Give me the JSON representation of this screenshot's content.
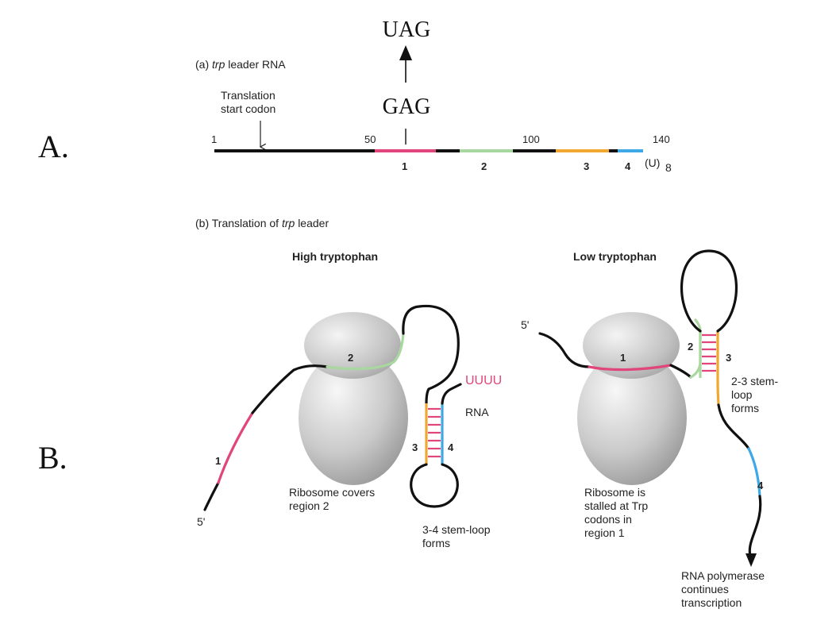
{
  "part_a": {
    "letter": "A.",
    "title_prefix": "(a)",
    "title_italic": "trp",
    "title_suffix": "leader RNA",
    "uag": "UAG",
    "gag": "GAG",
    "start_codon_line1": "Translation",
    "start_codon_line2": "start codon",
    "pos_1": "1",
    "pos_50": "50",
    "pos_100": "100",
    "pos_140": "140",
    "region_1": "1",
    "region_2": "2",
    "region_3": "3",
    "region_4": "4",
    "tail_u": "(U)",
    "tail_sub": "8"
  },
  "part_b": {
    "letter": "B.",
    "title_prefix": "(b)  Translation of",
    "title_italic": "trp",
    "title_suffix": "leader",
    "high": {
      "heading": "High tryptophan",
      "five_prime": "5'",
      "region_1": "1",
      "region_2": "2",
      "region_3": "3",
      "region_4": "4",
      "uuuu": "UUUU",
      "rna": "RNA",
      "ribosome_line1": "Ribosome covers",
      "ribosome_line2": "region 2",
      "stem_line1": "3-4 stem-loop",
      "stem_line2": "forms"
    },
    "low": {
      "heading": "Low tryptophan",
      "five_prime": "5'",
      "region_1": "1",
      "region_2": "2",
      "region_3": "3",
      "region_4": "4",
      "stem_line1": "2-3 stem-",
      "stem_line2": "loop",
      "stem_line3": "forms",
      "ribosome_line1": "Ribosome is",
      "ribosome_line2": "stalled at Trp",
      "ribosome_line3": "codons in",
      "ribosome_line4": "region 1",
      "pol_line1": "RNA polymerase",
      "pol_line2": "continues",
      "pol_line3": "transcription"
    }
  },
  "colors": {
    "region1": "#e0457b",
    "region2": "#a8d8a0",
    "region3": "#f0a830",
    "region4": "#3fa9e8",
    "rna": "#111111",
    "ribosome": "#c8c8c8"
  }
}
